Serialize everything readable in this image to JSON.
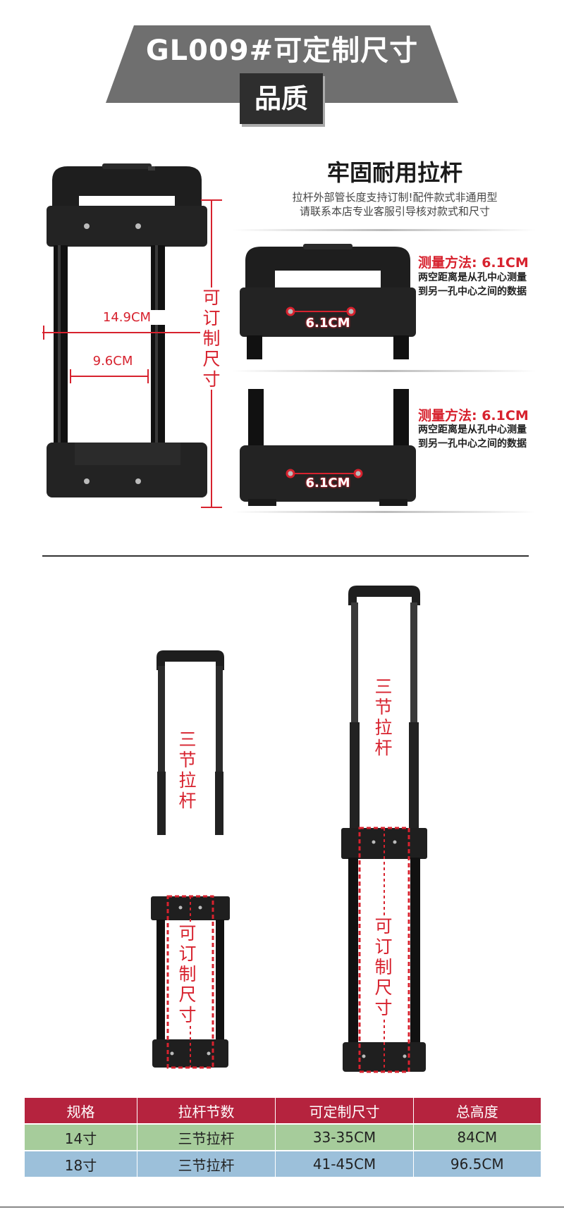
{
  "header": {
    "title": "GL009#可定制尺寸",
    "badge": "品质"
  },
  "section_feature": {
    "headline": "牢固耐用拉杆",
    "desc_line1": "拉杆外部管长度支持订制!配件款式非通用型",
    "desc_line2": "请联系本店专业客服引导核对款式和尺寸",
    "main_diagram": {
      "width_outer": "14.9CM",
      "width_inner": "9.6CM",
      "vertical_label": "可订制尺寸"
    },
    "measure_top": {
      "title": "测量方法: 6.1CM",
      "line1": "两空距离是从孔中心测量",
      "line2": "到另一孔中心之间的数据",
      "hole_label": "6.1CM"
    },
    "measure_bottom": {
      "title": "测量方法: 6.1CM",
      "line1": "两空距离是从孔中心测量",
      "line2": "到另一孔中心之间的数据",
      "hole_label": "6.1CM"
    }
  },
  "section_models": {
    "small_upper_label": "三节拉杆",
    "small_lower_label": "可订制尺寸",
    "large_upper_label": "三节拉杆",
    "large_lower_label": "可订制尺寸"
  },
  "spec_table": {
    "headers": [
      "规格",
      "拉杆节数",
      "可定制尺寸",
      "总高度"
    ],
    "rows": [
      [
        "14寸",
        "三节拉杆",
        "33-35CM",
        "84CM"
      ],
      [
        "18寸",
        "三节拉杆",
        "41-45CM",
        "96.5CM"
      ]
    ]
  },
  "colors": {
    "accent_red": "#d7222e",
    "table_header": "#b5233e",
    "row_green": "#a6cc9b",
    "row_blue": "#9cc0da",
    "banner_gray": "#707070"
  }
}
